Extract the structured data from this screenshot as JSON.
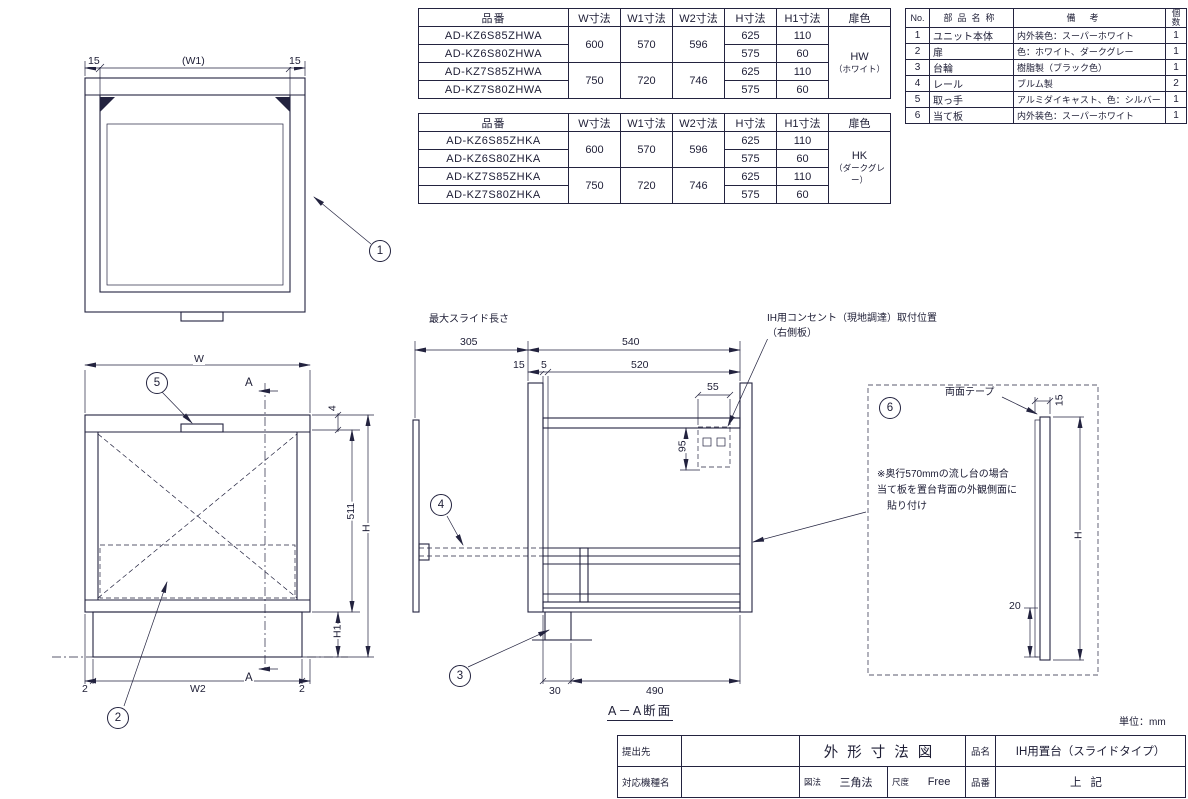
{
  "spec_headers": [
    "品番",
    "W寸法",
    "W1寸法",
    "W2寸法",
    "H寸法",
    "H1寸法",
    "扉色"
  ],
  "spec_hw": {
    "rows": [
      {
        "model": "AD-KZ6S85ZHWA",
        "w": "600",
        "w1": "570",
        "w2": "596",
        "h": "625",
        "h1": "110"
      },
      {
        "model": "AD-KZ6S80ZHWA",
        "h": "575",
        "h1": "60"
      },
      {
        "model": "AD-KZ7S85ZHWA",
        "w": "750",
        "w1": "720",
        "w2": "746",
        "h": "625",
        "h1": "110"
      },
      {
        "model": "AD-KZ7S80ZHWA",
        "h": "575",
        "h1": "60"
      }
    ],
    "door": "HW",
    "door_sub": "（ホワイト）"
  },
  "spec_hk": {
    "rows": [
      {
        "model": "AD-KZ6S85ZHKA",
        "w": "600",
        "w1": "570",
        "w2": "596",
        "h": "625",
        "h1": "110"
      },
      {
        "model": "AD-KZ6S80ZHKA",
        "h": "575",
        "h1": "60"
      },
      {
        "model": "AD-KZ7S85ZHKA",
        "w": "750",
        "w1": "720",
        "w2": "746",
        "h": "625",
        "h1": "110"
      },
      {
        "model": "AD-KZ7S80ZHKA",
        "h": "575",
        "h1": "60"
      }
    ],
    "door": "HK",
    "door_sub": "（ダークグレー）"
  },
  "parts": {
    "headers": {
      "no": "No.",
      "name": "部品名称",
      "note": "備考",
      "qty": "個数"
    },
    "rows": [
      {
        "no": "1",
        "name": "ユニット本体",
        "note": "内外装色：スーパーホワイト",
        "qty": "1"
      },
      {
        "no": "2",
        "name": "扉",
        "note": "色：ホワイト、ダークグレー",
        "qty": "1"
      },
      {
        "no": "3",
        "name": "台輪",
        "note": "樹脂製（ブラック色）",
        "qty": "1"
      },
      {
        "no": "4",
        "name": "レール",
        "note": "ブルム製",
        "qty": "2"
      },
      {
        "no": "5",
        "name": "取っ手",
        "note": "アルミダイキャスト、色：シルバー",
        "qty": "1"
      },
      {
        "no": "6",
        "name": "当て板",
        "note": "内外装色：スーパーホワイト",
        "qty": "1"
      }
    ]
  },
  "top_view": {
    "d15_left": "15",
    "w1": "(W1)",
    "d15_right": "15"
  },
  "front_view": {
    "w": "W",
    "d4": "4",
    "d511": "511",
    "h": "H",
    "h1": "H1",
    "d2_left": "2",
    "w2": "W2",
    "d2_right": "2",
    "a_top": "A",
    "a_bottom": "A"
  },
  "section": {
    "slide_label": "最大スライド長さ",
    "d305": "305",
    "d540": "540",
    "d15": "15",
    "d5": "5",
    "d520": "520",
    "d55": "55",
    "d95": "95",
    "d30": "30",
    "d490": "490",
    "outlet_line1": "IH用コンセント（現地調達）取付位置",
    "outlet_line2": "（右側板）",
    "caption": "A－A断面"
  },
  "detail": {
    "tape": "両面テープ",
    "d15": "15",
    "h": "H",
    "d20": "20",
    "note1": "※奥行570mmの流し台の場合",
    "note2": "当て板を置台背面の外観側面に",
    "note3": "貼り付け"
  },
  "balloons": {
    "b1": "1",
    "b2": "2",
    "b3": "3",
    "b4": "4",
    "b5": "5",
    "b6": "6"
  },
  "title_block": {
    "submit_to": "提出先",
    "model_label": "対応機種名",
    "drawing_title": "外形寸法図",
    "projection_label": "図法",
    "projection": "三角法",
    "scale_label": "尺度",
    "scale": "Free",
    "item_label": "品名",
    "item": "IH用置台（スライドタイプ）",
    "part_label": "品番",
    "part": "上記",
    "unit": "単位：mm"
  }
}
